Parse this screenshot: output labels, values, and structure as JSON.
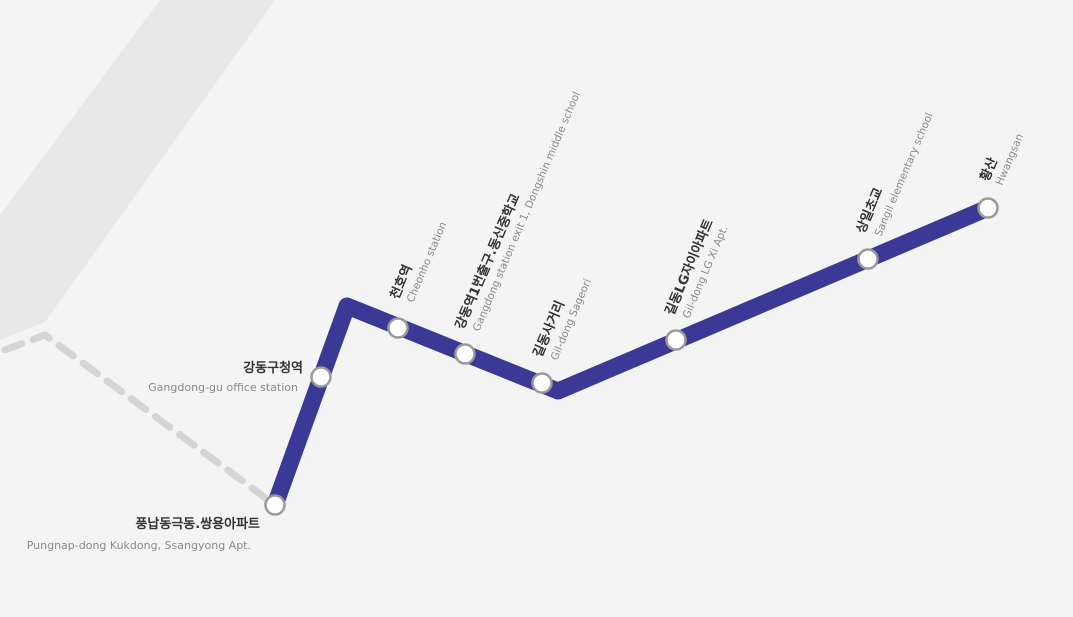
{
  "route": {
    "line_color": "#3a3a96",
    "dashed_color": "#d5d5d5",
    "background_band_color": "#e8e8e8"
  },
  "stops": [
    {
      "ko": "풍납동극동.쌍용아파트",
      "en": "Pungnap-dong Kukdong, Ssangyong Apt."
    },
    {
      "ko": "강동구청역",
      "en": "Gangdong-gu office station"
    },
    {
      "ko": "천호역",
      "en": "Cheonho station"
    },
    {
      "ko": "강동역1번출구.동신중학교",
      "en": "Gangdong station exit 1, Dongshin middle school"
    },
    {
      "ko": "길동사거리",
      "en": "Gil-dong Sageori"
    },
    {
      "ko": "길동LG자이아파트",
      "en": "Gil-dong LG Xi Apt."
    },
    {
      "ko": "상일초교",
      "en": "Sangil elementary school"
    },
    {
      "ko": "황산",
      "en": "Hwangsan"
    }
  ]
}
